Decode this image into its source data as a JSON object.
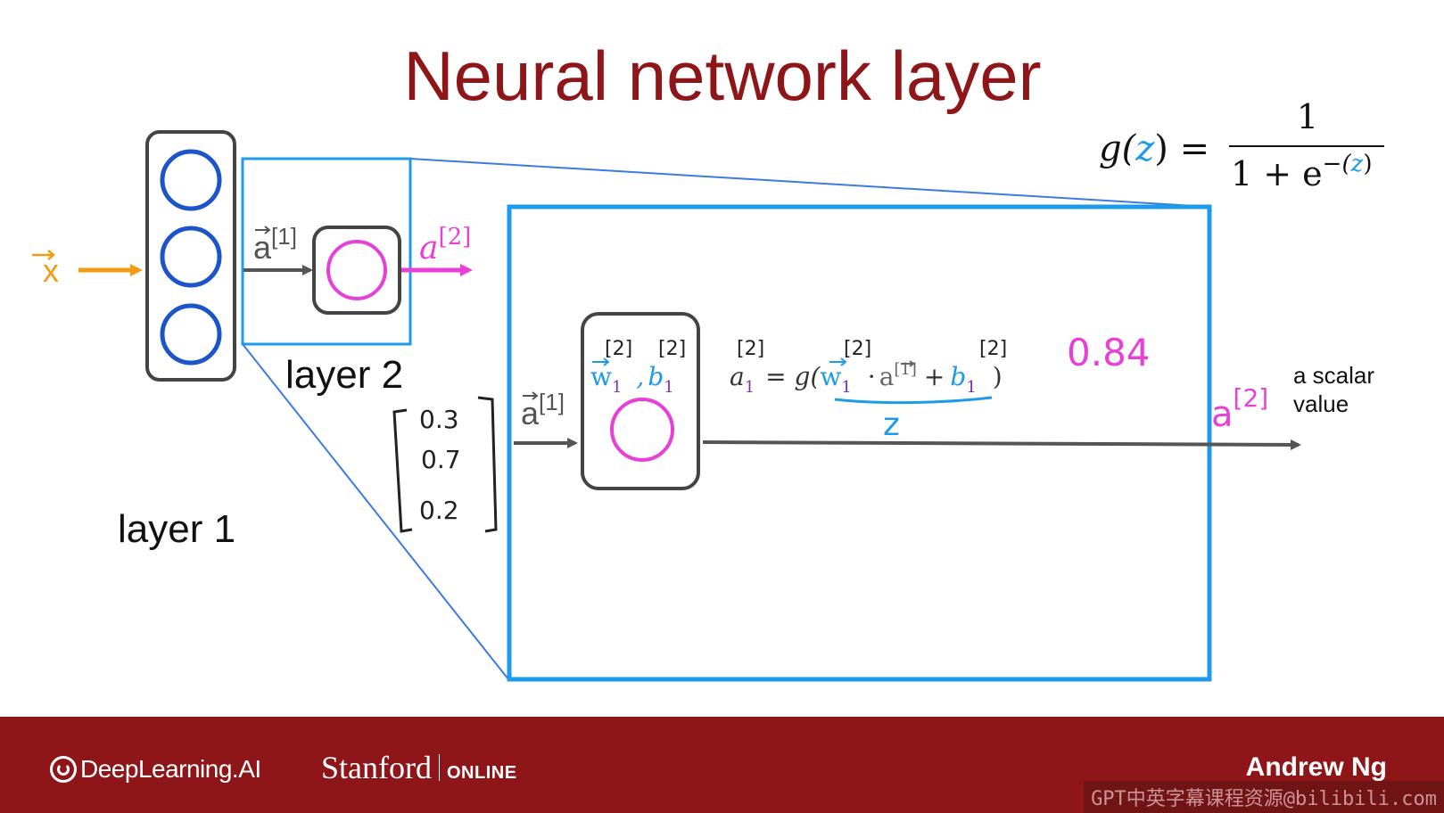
{
  "slide": {
    "title": "Neural network layer",
    "layer1_label": "layer 1",
    "layer2_label": "layer 2",
    "input_label": "x",
    "arrow_a1_label": "a",
    "arrow_a1_sup": "[1]",
    "output_a2_label": "a",
    "output_a2_sup": "[2]",
    "zoom_input_label": "a",
    "zoom_input_sup": "[1]",
    "vector_values": [
      "0.3",
      "0.7",
      "0.2"
    ],
    "params": {
      "w_label": "w",
      "w_sub": "1",
      "sep": ",",
      "b_label": "b",
      "b_sub": "1",
      "sup_hand": "[2]"
    },
    "equation": {
      "lhs": "a",
      "lhs_sub": "1",
      "lhs_sup_hand": "[2]",
      "eq": "= g(",
      "w": "w",
      "w_sub": "1",
      "w_sup_hand": "[2]",
      "dot": "·",
      "a": "a",
      "a_sup": "[1]",
      "plus": "+",
      "b": "b",
      "b_sub": "1",
      "b_sup_hand": "[2]",
      "close": ")",
      "z_note": "z"
    },
    "result_value": "0.84",
    "output_scalar_label": "a",
    "output_scalar_sup": "[2]",
    "scalar_note_line1": "a scalar",
    "scalar_note_line2": "value",
    "sigmoid": {
      "lhs_g": "g(",
      "lhs_z": "z",
      "lhs_close": ") =",
      "numerator": "1",
      "denominator_left": "1 + e",
      "denominator_exp_left": "−(",
      "denominator_exp_z": "z",
      "denominator_exp_right": ")"
    }
  },
  "footer": {
    "logo_text": "DeepLearning.AI",
    "stanford_name": "Stanford",
    "stanford_sub": "ONLINE",
    "author": "Andrew Ng",
    "watermark": "GPT中英字幕课程资源@bilibili.com"
  },
  "colors": {
    "title": "#8e1518",
    "blue_box": "#1e9be8",
    "circle_blue": "#1b55c9",
    "magenta": "#e83fd6",
    "orange": "#f39c12",
    "gray_arrow": "#555555",
    "purple_sub": "#7b2fb5",
    "footer": "#8e1518"
  }
}
